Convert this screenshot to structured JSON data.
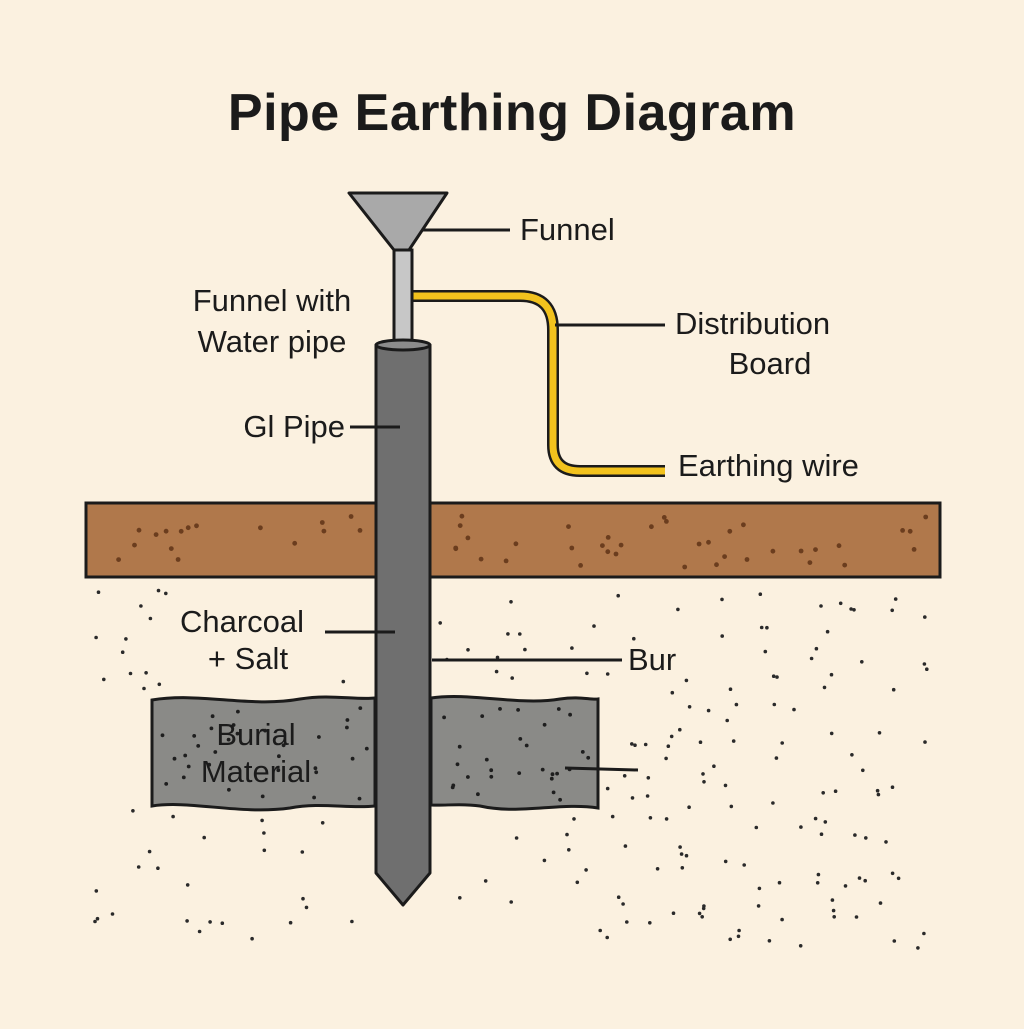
{
  "title": "Pipe Earthing Diagram",
  "labels": {
    "funnel": "Funnel",
    "funnel_water_pipe_line1": "Funnel with",
    "funnel_water_pipe_line2": "Water pipe",
    "distribution_board_line1": "Distribution",
    "distribution_board_line2": "Board",
    "gi_pipe": "Gl Pipe",
    "earthing_wire": "Earthing wire",
    "charcoal_salt_line1": "Charcoal",
    "charcoal_salt_line2": "+ Salt",
    "bur": "Bur",
    "burial_material_line1": "Burial",
    "burial_material_line2": "Material"
  },
  "colors": {
    "background": "#fbf1e0",
    "ground_layer": "#b0784b",
    "pipe": "#6f6f6f",
    "burial_layer": "#8a8a87",
    "funnel": "#a9a9a9",
    "earthing_wire": "#f2c21d"
  }
}
